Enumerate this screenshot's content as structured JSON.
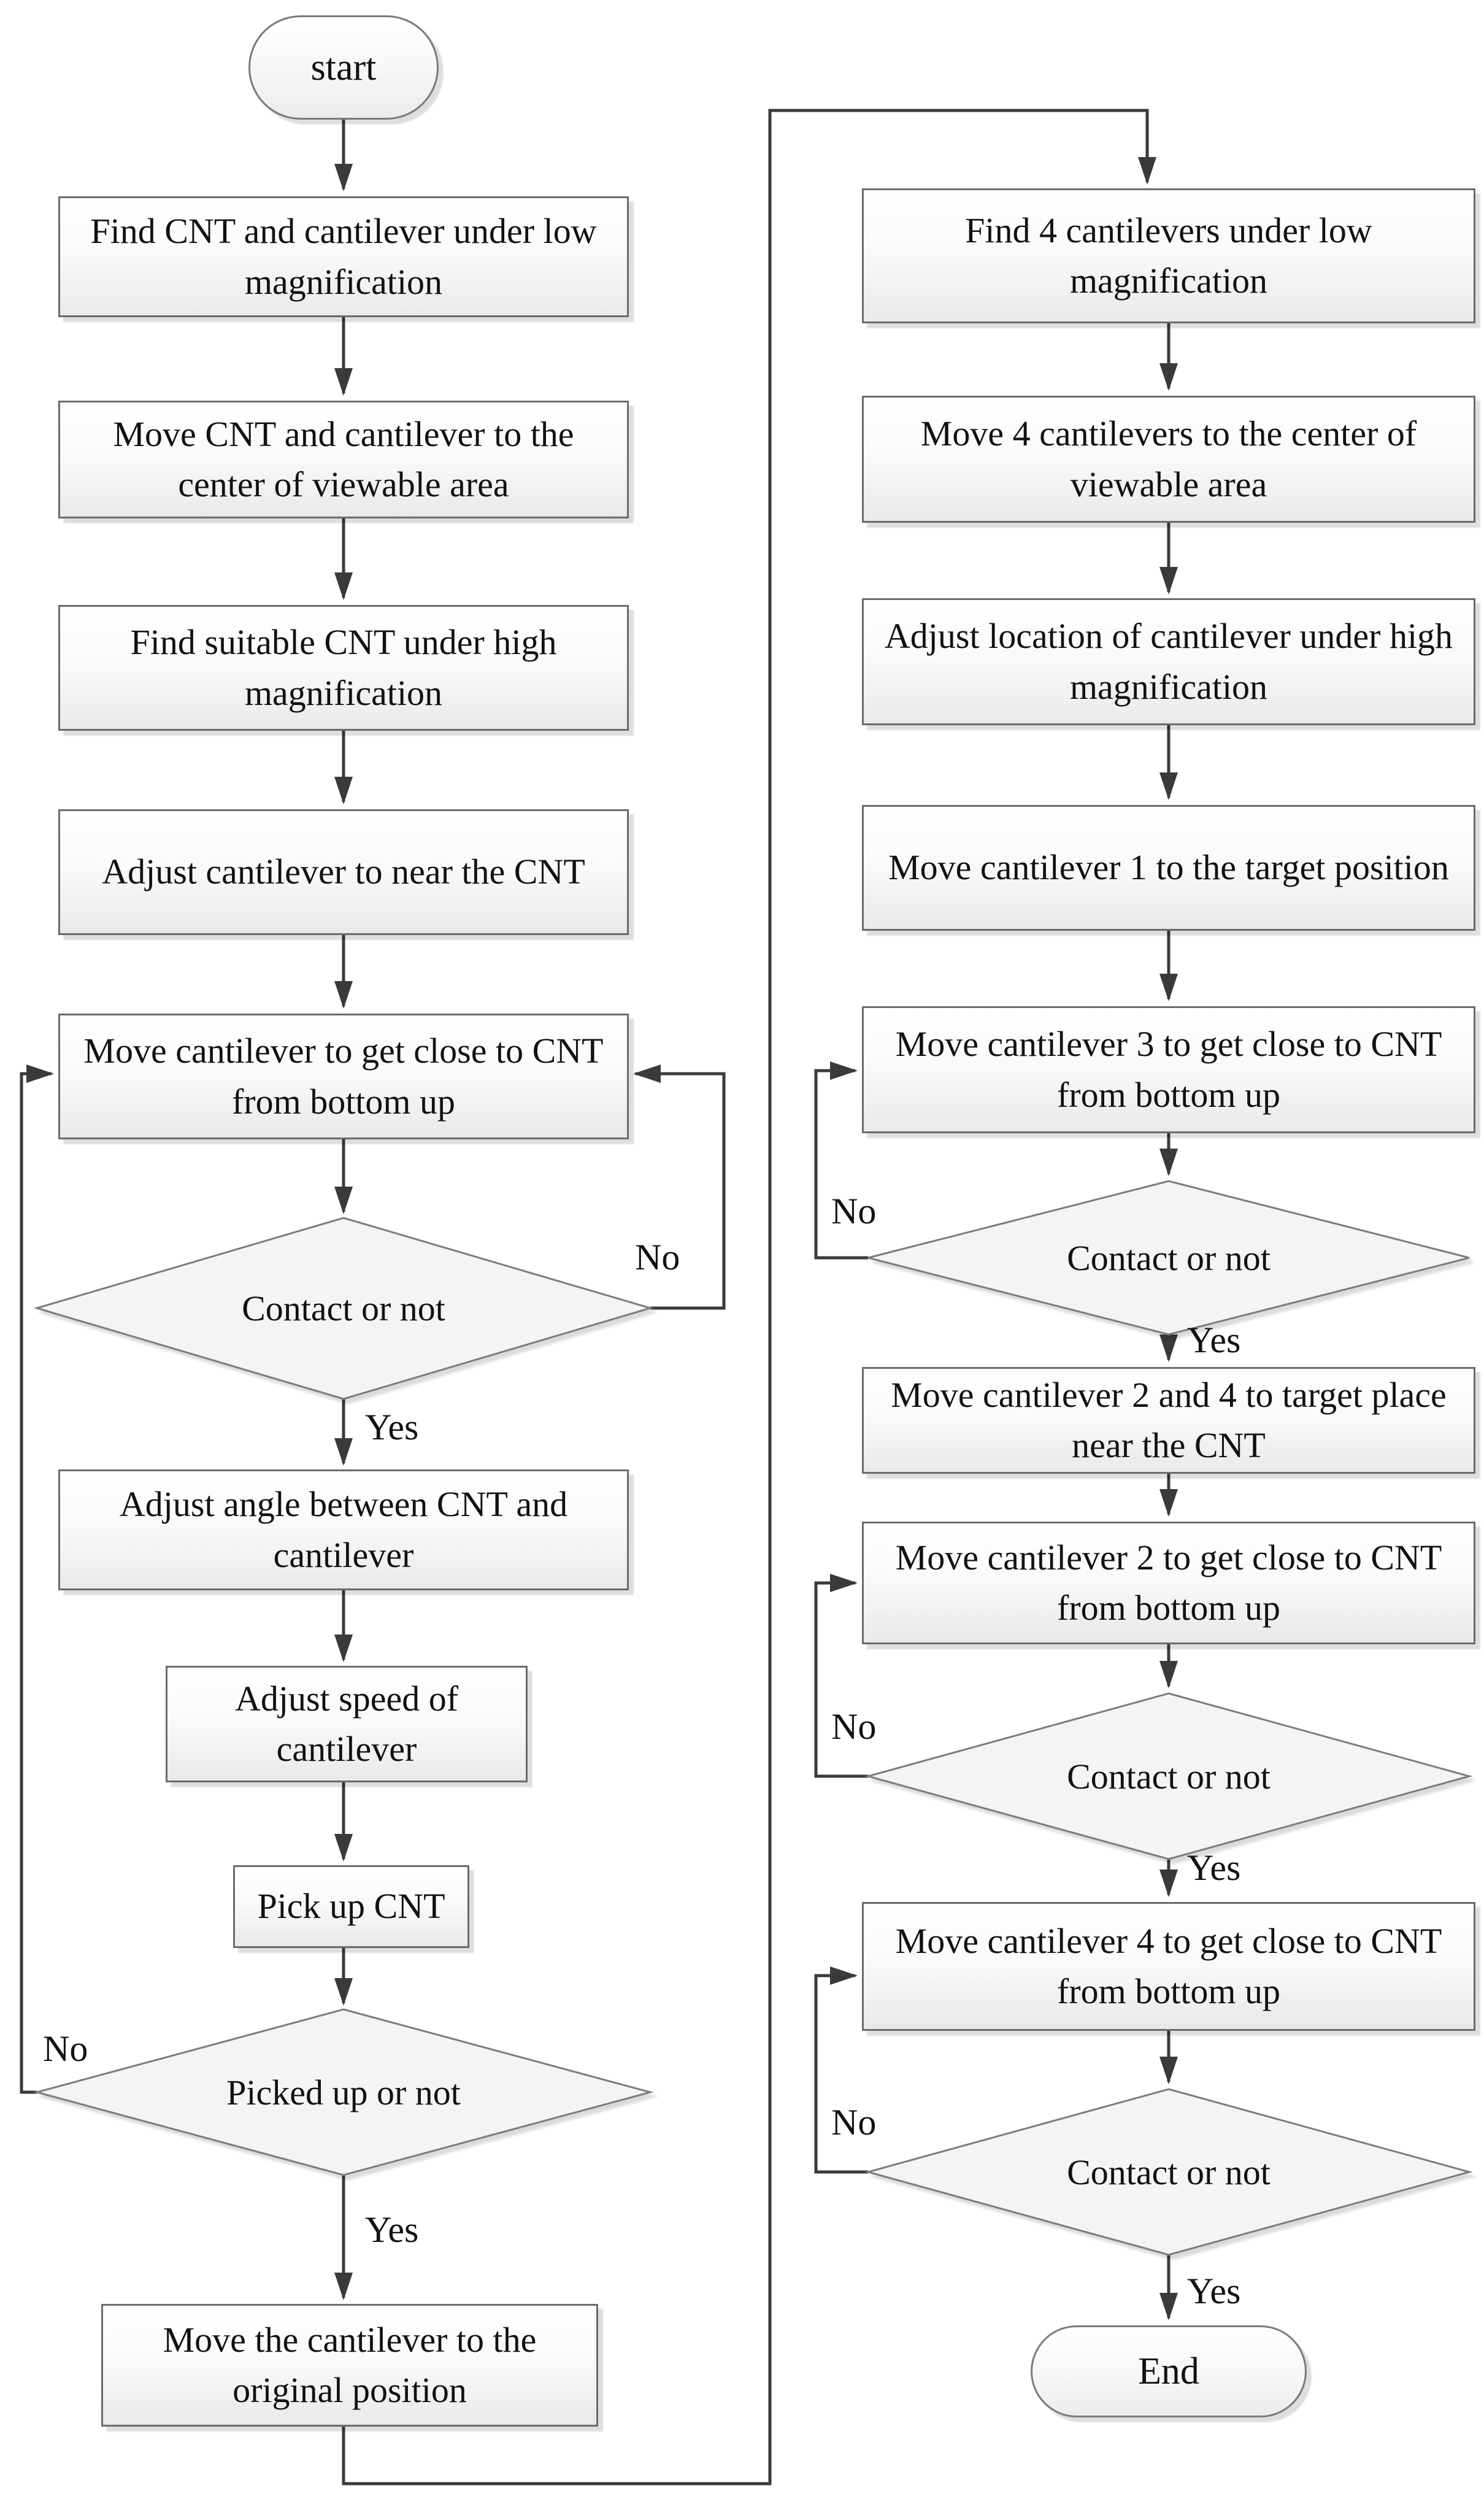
{
  "diagram": {
    "title_hint": "CNT pick-up and four-cantilever placement flowchart",
    "labels": {
      "yes": "Yes",
      "no": "No"
    },
    "nodes": {
      "start": {
        "label": "start",
        "type": "terminator"
      },
      "l1": {
        "label": "Find CNT and cantilever under low magnification",
        "type": "process"
      },
      "l2": {
        "label": "Move CNT and cantilever to the center of viewable area",
        "type": "process"
      },
      "l3": {
        "label": "Find suitable CNT under high magnification",
        "type": "process"
      },
      "l4": {
        "label": "Adjust cantilever to near the CNT",
        "type": "process"
      },
      "l5": {
        "label": "Move cantilever to get close to CNT from bottom up",
        "type": "process"
      },
      "d1": {
        "label": "Contact or not",
        "type": "decision"
      },
      "l6": {
        "label": "Adjust angle between CNT and cantilever",
        "type": "process"
      },
      "l7": {
        "label": "Adjust speed of cantilever",
        "type": "process"
      },
      "l8": {
        "label": "Pick up CNT",
        "type": "process"
      },
      "d2": {
        "label": "Picked up or not",
        "type": "decision"
      },
      "l9": {
        "label": "Move the cantilever to the original position",
        "type": "process"
      },
      "r1": {
        "label": "Find 4 cantilevers under low magnification",
        "type": "process"
      },
      "r2": {
        "label": "Move 4 cantilevers to the center of viewable area",
        "type": "process"
      },
      "r3": {
        "label": "Adjust location of cantilever under high magnification",
        "type": "process"
      },
      "r4": {
        "label": "Move cantilever 1 to the target position",
        "type": "process"
      },
      "r5": {
        "label": "Move cantilever 3 to get close to CNT from bottom up",
        "type": "process"
      },
      "rd1": {
        "label": "Contact or not",
        "type": "decision"
      },
      "r6": {
        "label": "Move cantilever 2 and 4 to target place near the CNT",
        "type": "process"
      },
      "r7": {
        "label": "Move cantilever 2 to get close to CNT from bottom up",
        "type": "process"
      },
      "rd2": {
        "label": "Contact or not",
        "type": "decision"
      },
      "r8": {
        "label": "Move cantilever 4  to get close to CNT from bottom up",
        "type": "process"
      },
      "rd3": {
        "label": "Contact or not",
        "type": "decision"
      },
      "end": {
        "label": "End",
        "type": "terminator"
      }
    }
  }
}
